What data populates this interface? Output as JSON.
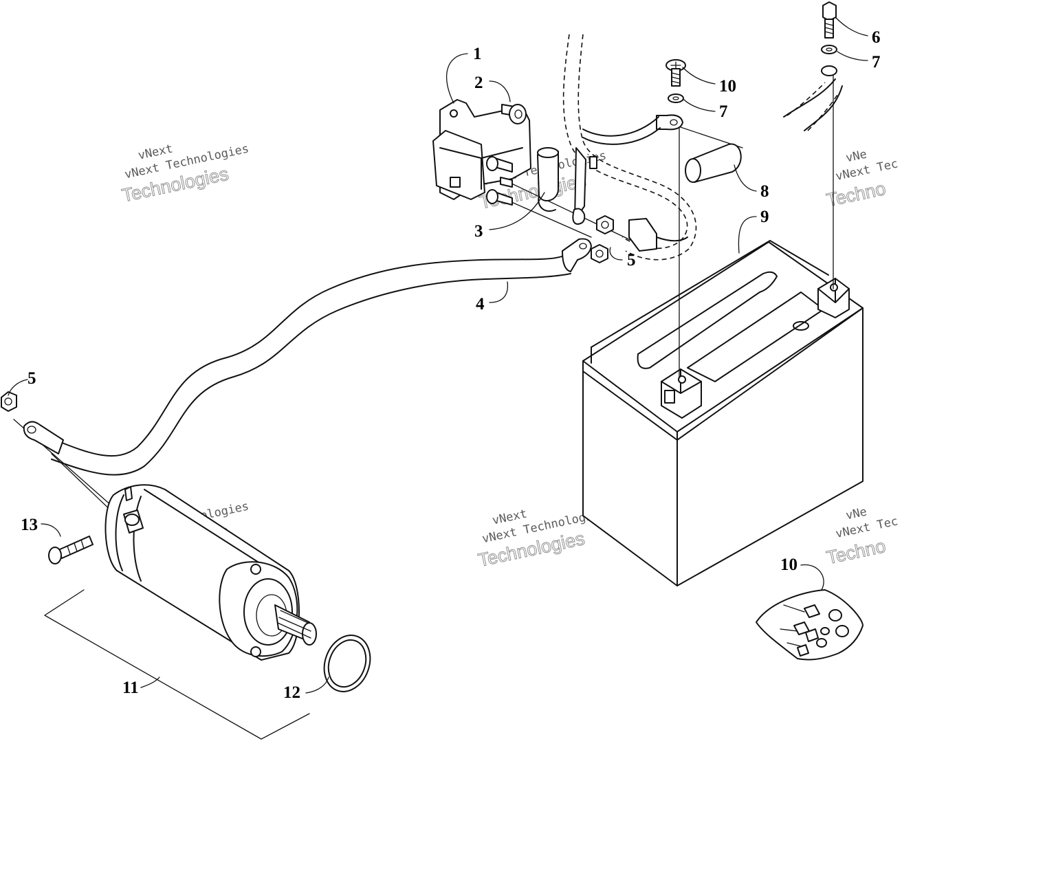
{
  "watermark": {
    "line1": "vNext",
    "line2": "vNext Technologies",
    "line3": "Technologies",
    "partial_line1": "vNe",
    "partial_line2": "vNext Tec",
    "partial_line3": "Techno"
  },
  "callouts": {
    "c1": "1",
    "c2": "2",
    "c3": "3",
    "c4": "4",
    "c5a": "5",
    "c5b": "5",
    "c6": "6",
    "c7a": "7",
    "c7b": "7",
    "c8": "8",
    "c9": "9",
    "c10a": "10",
    "c10b": "10",
    "c11": "11",
    "c12": "12",
    "c13": "13"
  }
}
